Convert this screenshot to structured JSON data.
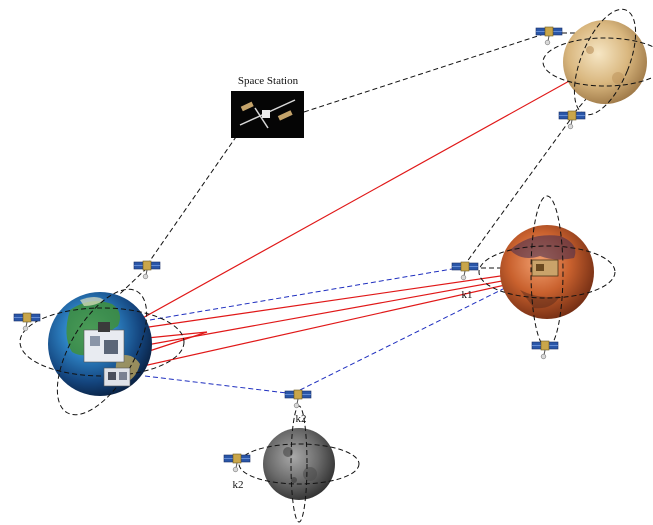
{
  "labels": {
    "station": "Space Station",
    "k1": "k1",
    "k2_relay": "k2",
    "k2_moon": "k2"
  },
  "colors": {
    "link_black": "#111111",
    "link_blue": "#1f2fbf",
    "link_red": "#e01818",
    "orbit": "#111111"
  },
  "icons": [
    "earth-icon",
    "venus-icon",
    "mars-icon",
    "moon-icon",
    "space-station-icon",
    "satellite-icon",
    "ground-station-icon",
    "habitat-module-icon"
  ]
}
